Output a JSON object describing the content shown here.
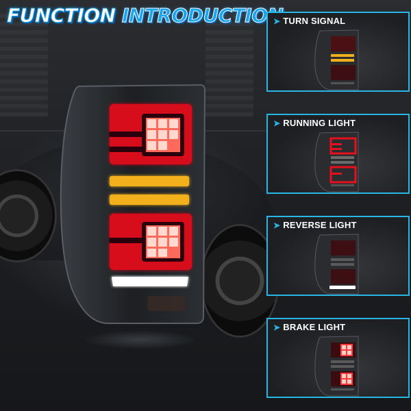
{
  "header": {
    "title_word1": "FUNCTION",
    "title_word2": "INTRODUCTION"
  },
  "panels": [
    {
      "label": "TURN SIGNAL",
      "mode": "turn",
      "icon": "chevron-right-icon"
    },
    {
      "label": "RUNNING LIGHT",
      "mode": "running",
      "icon": "chevron-right-icon"
    },
    {
      "label": "REVERSE LIGHT",
      "mode": "reverse",
      "icon": "chevron-right-icon"
    },
    {
      "label": "BRAKE LIGHT",
      "mode": "brake",
      "icon": "chevron-right-icon"
    }
  ],
  "colors": {
    "accent": "#27b6e6",
    "red_led": "#e8101c",
    "amber_led": "#f2b01a",
    "white_led": "#ffffff",
    "housing": "#2a2c30"
  }
}
